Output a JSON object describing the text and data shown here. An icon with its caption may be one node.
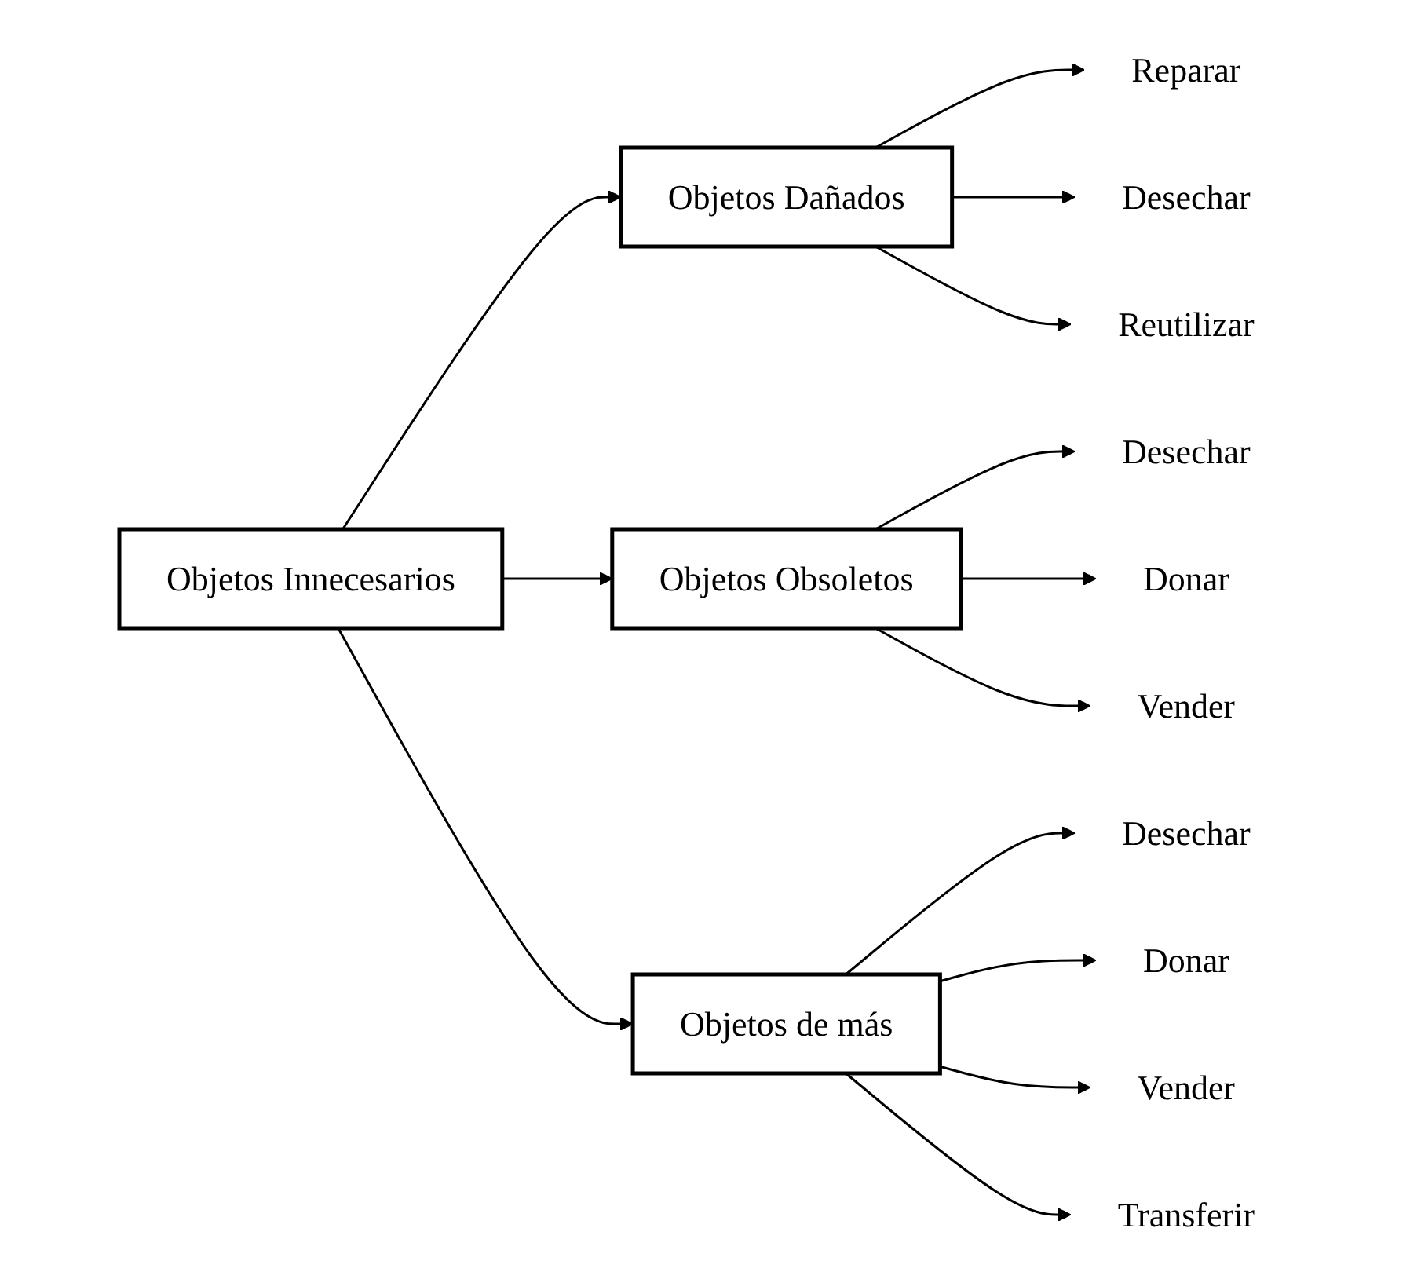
{
  "diagram": {
    "nodes": [
      {
        "text": [
          "Objetos Innecesarios"
        ]
      },
      {
        "text": [
          "Objetos Dañados"
        ]
      },
      {
        "text": [
          "Objetos Obsoletos"
        ]
      },
      {
        "text": [
          "Objetos de más"
        ]
      },
      {
        "text": [
          "Reparar"
        ]
      },
      {
        "text": [
          "Desechar"
        ]
      },
      {
        "text": [
          "Reutilizar"
        ]
      },
      {
        "text": [
          "Desechar"
        ]
      },
      {
        "text": [
          "Donar"
        ]
      },
      {
        "text": [
          "Vender"
        ]
      },
      {
        "text": [
          "Desechar"
        ]
      },
      {
        "text": [
          "Donar"
        ]
      },
      {
        "text": [
          "Vender"
        ]
      },
      {
        "text": [
          "Transferir"
        ]
      }
    ],
    "edges": [
      {
        "from": 0,
        "to": 1,
        "arrow": "to"
      },
      {
        "from": 0,
        "to": 2,
        "arrow": "to"
      },
      {
        "from": 0,
        "to": 3,
        "arrow": "to"
      },
      {
        "from": 1,
        "to": 4,
        "arrow": "to"
      },
      {
        "from": 1,
        "to": 5,
        "arrow": "to"
      },
      {
        "from": 1,
        "to": 6,
        "arrow": "to"
      },
      {
        "from": 2,
        "to": 7,
        "arrow": "to"
      },
      {
        "from": 2,
        "to": 8,
        "arrow": "to"
      },
      {
        "from": 2,
        "to": 9,
        "arrow": "to"
      },
      {
        "from": 3,
        "to": 10,
        "arrow": "to"
      },
      {
        "from": 3,
        "to": 11,
        "arrow": "to"
      },
      {
        "from": 3,
        "to": 12,
        "arrow": "to"
      },
      {
        "from": 3,
        "to": 13,
        "arrow": "to"
      }
    ]
  }
}
